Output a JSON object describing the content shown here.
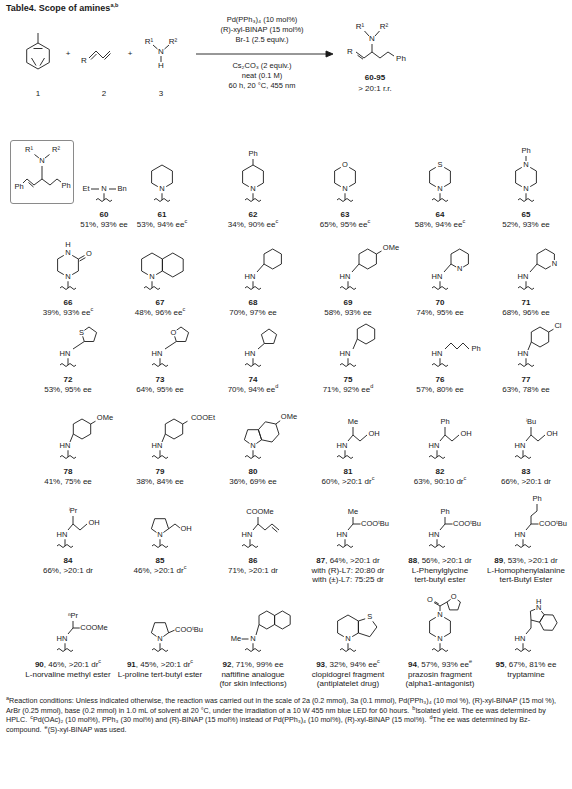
{
  "diagram": {
    "title": "Table4. Scope of amines",
    "nodes": [
      {
        "text": [
          "R¹",
          "N",
          "R²",
          "Ph",
          "Ph"
        ]
      }
    ],
    "labels": [
      "a,b",
      "+",
      "R",
      "+",
      "R¹",
      "R²",
      "N",
      "H",
      "Pd(PPh₃)₄ (10 mol%)",
      "(R)-xyl-BINAP (15 mol%)",
      "Br-1 (2.5 equiv.)",
      "Cs₂CO₃ (2 equiv.)",
      "neat (0.1 M)",
      "60 h, 20 °C, 455 nm",
      "R¹",
      "R²",
      "N",
      "R",
      "Ph",
      "1",
      "2",
      "3",
      "60-95",
      "> 20:1 r.r.",
      "Et",
      "N",
      "Bn",
      "60",
      "51%, 93% ee",
      "N",
      "61",
      "53%, 94% ee",
      "c",
      "Ph",
      "N",
      "62",
      "34%, 90% ee",
      "c",
      "O",
      "N",
      "63",
      "65%, 95% ee",
      "c",
      "S",
      "N",
      "64",
      "58%, 94% ee",
      "c",
      "Ph",
      "N",
      "N",
      "65",
      "52%, 93% ee",
      "H",
      "N",
      "O",
      "N",
      "66",
      "39%, 93% ee",
      "c",
      "N",
      "67",
      "48%, 96% ee",
      "c",
      "HN",
      "68",
      "70%, 97% ee",
      "OMe",
      "HN",
      "69",
      "58%, 93% ee",
      "HN",
      "N",
      "70",
      "74%, 95% ee",
      "HN",
      "N",
      "71",
      "68%, 96% ee",
      "S",
      "HN",
      "72",
      "53%, 95% ee",
      "O",
      "HN",
      "73",
      "64%, 95% ee",
      "HN",
      "74",
      "70%, 94% ee",
      "d",
      "HN",
      "75",
      "71%, 92% ee",
      "d",
      "HN",
      "Ph",
      "76",
      "57%, 80% ee",
      "Cl",
      "HN",
      "77",
      "63%, 78% ee",
      "OMe",
      "HN",
      "78",
      "41%, 75% ee",
      "COOEt",
      "HN",
      "79",
      "38%, 84% ee",
      "OMe",
      "N",
      "80",
      "36%, 69% ee",
      "Me",
      "HN",
      "OH",
      "81",
      "60%, >20:1 dr",
      "c",
      "Ph",
      "HN",
      "OH",
      "82",
      "63%, 90:10 dr",
      "c",
      "ⁱBu",
      "HN",
      "OH",
      "83",
      "66%, >20:1 dr",
      "ⁱPr",
      "HN",
      "OH",
      "84",
      "66%, >20:1 dr",
      "N",
      "OH",
      "85",
      "46%, >20:1 dr",
      "c",
      "COOMe",
      "HN",
      "86",
      "71%, >20:1 dr",
      "Me",
      "HN",
      "COOᵗBu",
      "87",
      ", 64%, >20:1 dr",
      "with (R)-L7: 20:80 dr",
      "with (±)-L7: 75:25 dr",
      "Ph",
      "HN",
      "COOᵗBu",
      "88",
      ", 56%, >20:1 dr",
      "L-Phenylglycine",
      "tert-butyl ester",
      "Ph",
      "HN",
      "COOᵗBu",
      "89",
      ", 53%, >20:1 dr",
      "L-Homophenylalanine",
      "tert-Butyl Ester",
      "ⁿPr",
      "HN",
      "COOMe",
      "90",
      ", 46%, >20:1 dr",
      "c",
      "L-norvaline methyl ester",
      "N",
      "COOᵗBu",
      "91",
      ", 45%, >20:1 dr",
      "c",
      "L-proline tert-butyl ester",
      "Me",
      "N",
      "92",
      ", 71%, 99% ee",
      "naftifine analogue",
      "(for skin infections)",
      "S",
      "N",
      "93",
      ", 32%, 94% ee",
      "c",
      "clopidogrel fragment",
      "(antiplatelet drug)",
      "O",
      "O",
      "N",
      "N",
      "94",
      ", 57%, 93% ee",
      "e",
      "prazosin fragment",
      "(alpha1-antagonist)",
      "H",
      "N",
      "HN",
      "95",
      ", 67%, 81% ee",
      "tryptamine",
      "a",
      "Reaction conditions: Unless indicated otherwise, the reaction was carried out in the scale of 2a (0.2 mmol), 3a (0.1 mmol), Pd(PPh₃)₄ (10 mol %), (R)-xyl-BINAP (15 mol %), ArBr (0.25 mmol), base (0.2 mmol) in 1.0 mL of solvent at 20 °C, under the irradiation of a 10 W 455 nm blue LED for 60 hours.",
      "b",
      "Isolated yield. The ee was determined by HPLC.",
      "c",
      "Pd(OAc)₂ (10 mol%), PPh₃ (30 mol%) and (R)-BINAP (15 mol%) instead of Pd(PPh₃)₄ (10 mol%), (R)-xyl-BINAP (15 mol%).",
      "d",
      "The ee was determined by Bz- compound.",
      "e",
      "(S)-xyl-BINAP was used."
    ]
  }
}
